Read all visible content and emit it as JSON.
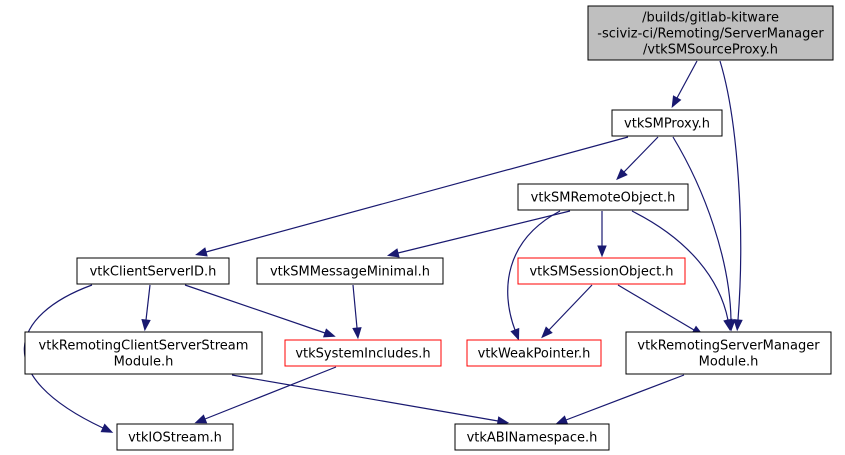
{
  "diagram": {
    "nodes": [
      {
        "id": "root",
        "lines": [
          "/builds/gitlab-kitware",
          "-sciviz-ci/Remoting/ServerManager",
          "/vtkSMSourceProxy.h"
        ],
        "style": "root"
      },
      {
        "id": "proxy",
        "lines": [
          "vtkSMProxy.h"
        ],
        "style": "normal"
      },
      {
        "id": "remote",
        "lines": [
          "vtkSMRemoteObject.h"
        ],
        "style": "normal"
      },
      {
        "id": "csid",
        "lines": [
          "vtkClientServerID.h"
        ],
        "style": "normal"
      },
      {
        "id": "msgmin",
        "lines": [
          "vtkSMMessageMinimal.h"
        ],
        "style": "normal"
      },
      {
        "id": "session",
        "lines": [
          "vtkSMSessionObject.h"
        ],
        "style": "incomplete"
      },
      {
        "id": "rcssm",
        "lines": [
          "vtkRemotingClientServerStream",
          "Module.h"
        ],
        "style": "normal"
      },
      {
        "id": "sysinc",
        "lines": [
          "vtkSystemIncludes.h"
        ],
        "style": "incomplete"
      },
      {
        "id": "weak",
        "lines": [
          "vtkWeakPointer.h"
        ],
        "style": "incomplete"
      },
      {
        "id": "rsmm",
        "lines": [
          "vtkRemotingServerManager",
          "Module.h"
        ],
        "style": "normal"
      },
      {
        "id": "iostream",
        "lines": [
          "vtkIOStream.h"
        ],
        "style": "normal"
      },
      {
        "id": "abi",
        "lines": [
          "vtkABINamespace.h"
        ],
        "style": "normal"
      }
    ],
    "edges": [
      {
        "from": "root",
        "to": "proxy"
      },
      {
        "from": "root",
        "to": "rsmm"
      },
      {
        "from": "proxy",
        "to": "remote"
      },
      {
        "from": "proxy",
        "to": "csid"
      },
      {
        "from": "proxy",
        "to": "rsmm"
      },
      {
        "from": "remote",
        "to": "msgmin"
      },
      {
        "from": "remote",
        "to": "session"
      },
      {
        "from": "remote",
        "to": "weak"
      },
      {
        "from": "remote",
        "to": "rsmm"
      },
      {
        "from": "csid",
        "to": "rcssm"
      },
      {
        "from": "csid",
        "to": "sysinc"
      },
      {
        "from": "csid",
        "to": "iostream"
      },
      {
        "from": "msgmin",
        "to": "sysinc"
      },
      {
        "from": "session",
        "to": "weak"
      },
      {
        "from": "session",
        "to": "rsmm"
      },
      {
        "from": "rcssm",
        "to": "abi"
      },
      {
        "from": "sysinc",
        "to": "iostream"
      },
      {
        "from": "rsmm",
        "to": "abi"
      }
    ]
  },
  "colors": {
    "edge": "#191970",
    "root_fill": "#bfbfbf",
    "node_fill": "#ffffff",
    "node_border": "#000000",
    "incomplete_border": "#ff0000"
  }
}
